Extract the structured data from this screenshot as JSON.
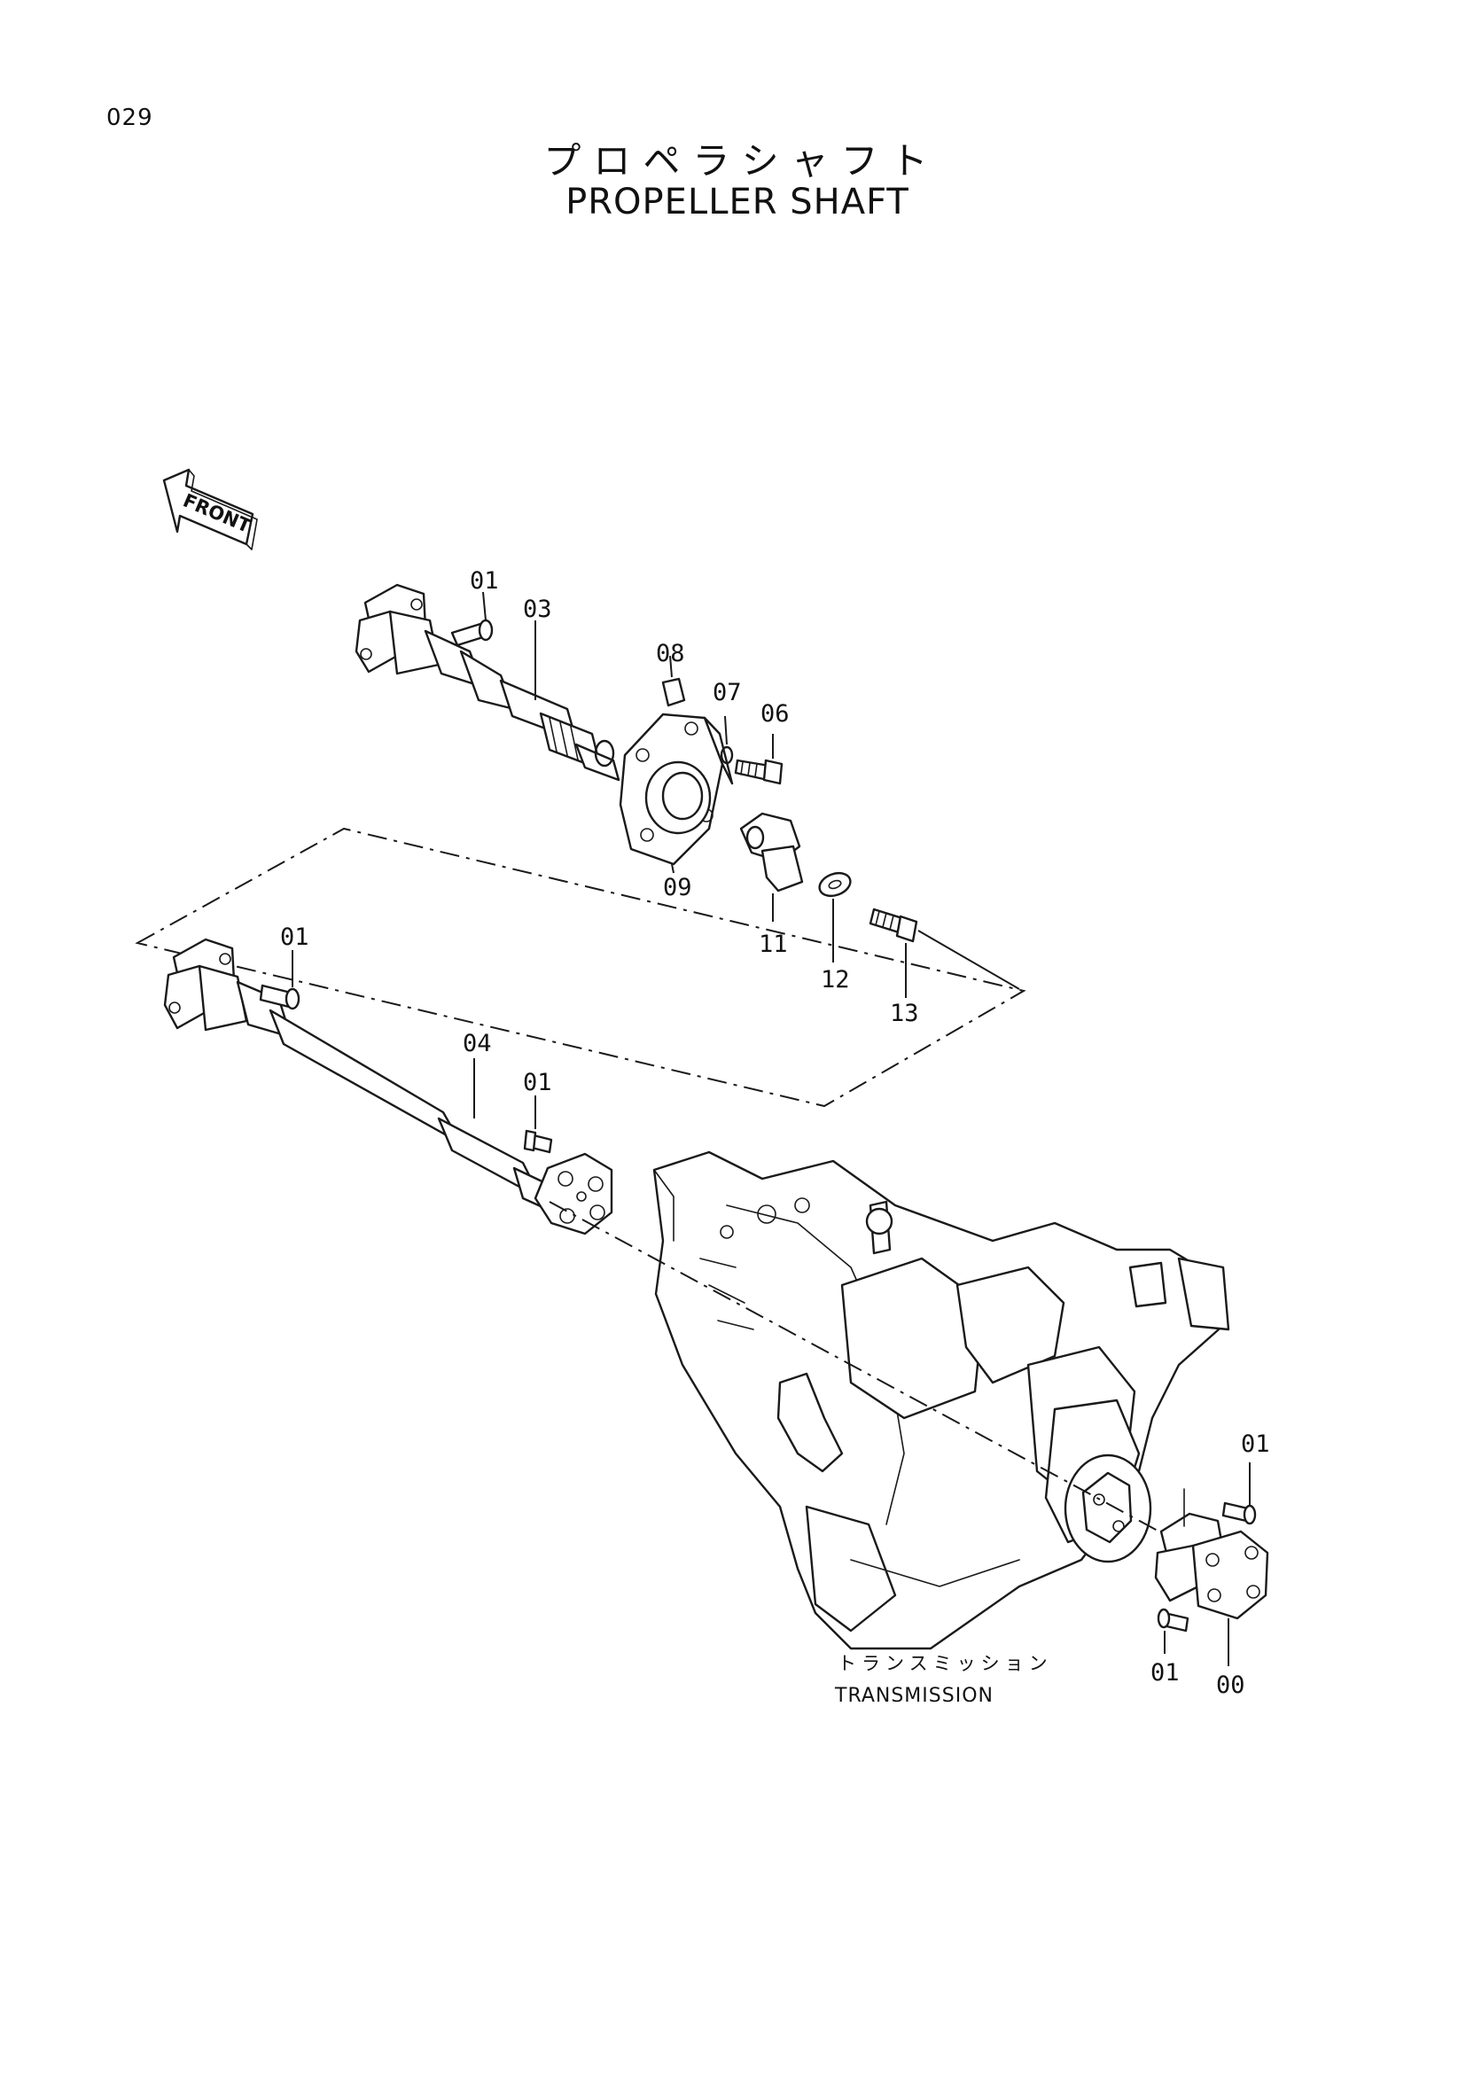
{
  "page": {
    "number": "029",
    "title_jp": "プロペラシャフト",
    "title_en": "PROPELLER SHAFT"
  },
  "orientation": {
    "front_label": "FRONT"
  },
  "callouts": {
    "c01_a": "01",
    "c03": "03",
    "c08": "08",
    "c07": "07",
    "c06": "06",
    "c09": "09",
    "c11": "11",
    "c12": "12",
    "c13": "13",
    "c01_b": "01",
    "c04": "04",
    "c01_c": "01",
    "c01_d": "01",
    "c01_e": "01",
    "c00": "00"
  },
  "transmission_label": {
    "jp": "トランスミッション",
    "en": "TRANSMISSION"
  }
}
